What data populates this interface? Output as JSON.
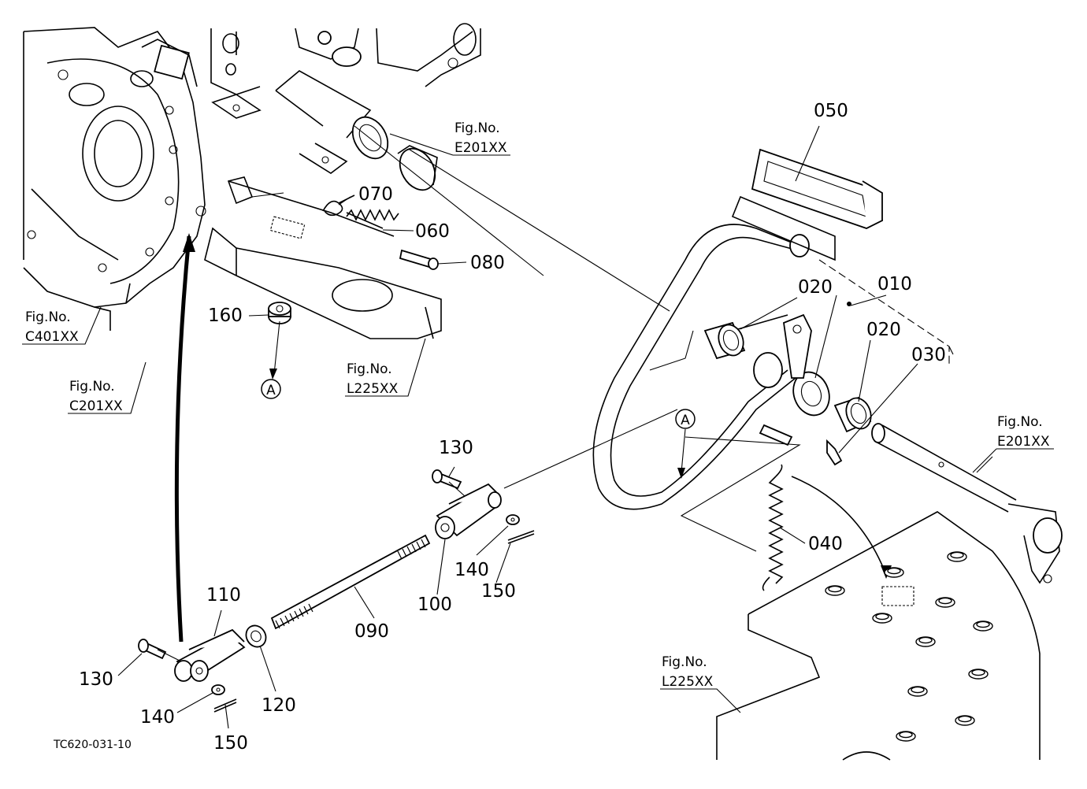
{
  "labels": {
    "p010": "010",
    "p020a": "020",
    "p020b": "020",
    "p030": "030",
    "p040": "040",
    "p050": "050",
    "p060": "060",
    "p070": "070",
    "p080": "080",
    "p090": "090",
    "p100": "100",
    "p110": "110",
    "p120": "120",
    "p130a": "130",
    "p130b": "130",
    "p140a": "140",
    "p140b": "140",
    "p150a": "150",
    "p150b": "150",
    "p160": "160"
  },
  "refs": {
    "fig_label": "Fig.No.",
    "e201_top": "E201XX",
    "c401": "C401XX",
    "c201": "C201XX",
    "l225_mid": "L225XX",
    "e201_right": "E201XX",
    "l225_bottom": "L225XX"
  },
  "markers": {
    "a_left": "A",
    "a_right": "A"
  },
  "drawing_code": "TC620-031-10"
}
